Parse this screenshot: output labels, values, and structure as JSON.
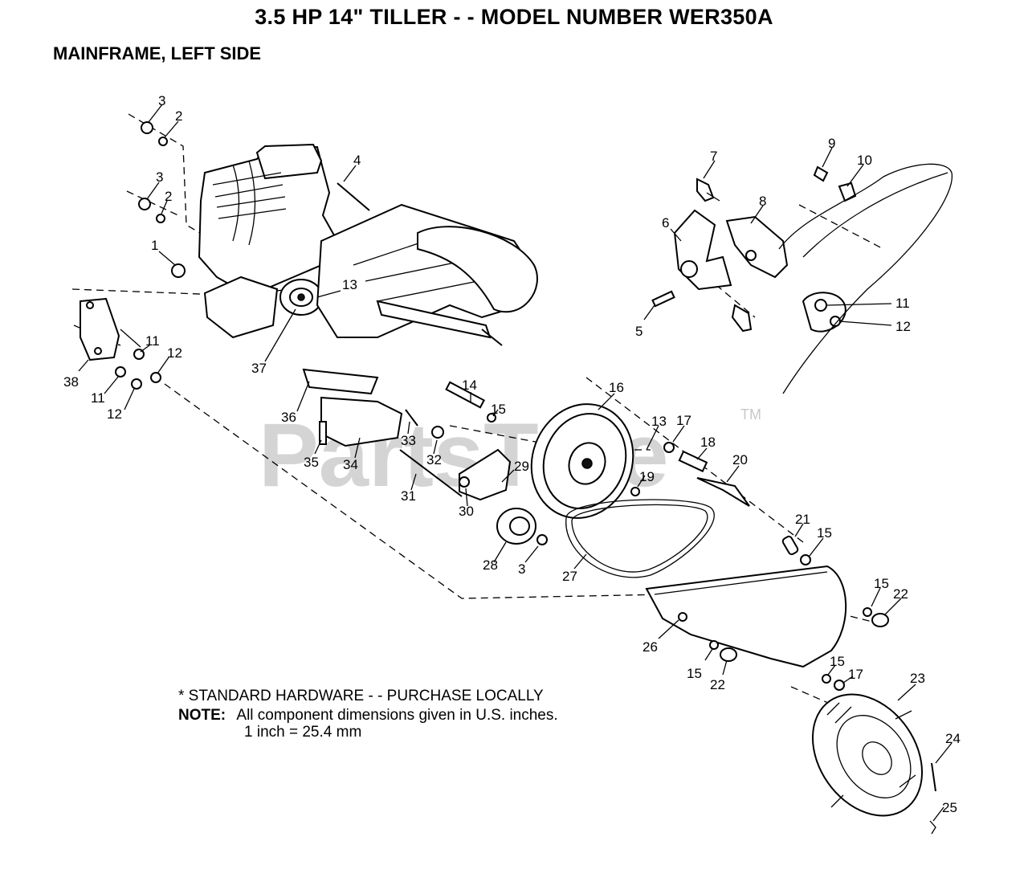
{
  "header": {
    "title": "3.5 HP 14\" TILLER - - MODEL NUMBER WER350A",
    "subtitle": "MAINFRAME, LEFT SIDE"
  },
  "watermark": {
    "text": "PartsTree",
    "trademark": "TM"
  },
  "notes": {
    "standard_hardware": "* STANDARD HARDWARE - - PURCHASE LOCALLY",
    "note_label": "NOTE:",
    "note_line1": "All component dimensions given in U.S. inches.",
    "note_line2": "1 inch = 25.4 mm"
  },
  "callouts": {
    "c3a": "3",
    "c2a": "2",
    "c3b": "3",
    "c2b": "2",
    "c1": "1",
    "c4": "4",
    "c13a": "13",
    "c38": "38",
    "c11a": "11",
    "c12a": "12",
    "c11b": "11",
    "c12b": "12",
    "c37": "37",
    "c36": "36",
    "c35": "35",
    "c34": "34",
    "c33": "33",
    "c32": "32",
    "c31": "31",
    "c30": "30",
    "c29": "29",
    "c28": "28",
    "c3c": "3",
    "c27": "27",
    "c14": "14",
    "c15a": "15",
    "c16": "16",
    "c13b": "13",
    "c17a": "17",
    "c18": "18",
    "c19": "19",
    "c20": "20",
    "c21": "21",
    "c15b": "15",
    "c15c": "15",
    "c22a": "22",
    "c26": "26",
    "c15d": "15",
    "c22b": "22",
    "c15e": "15",
    "c17b": "17",
    "c23": "23",
    "c24": "24",
    "c25": "25",
    "c7": "7",
    "c9": "9",
    "c10": "10",
    "c8": "8",
    "c6": "6",
    "c5": "5",
    "c11c": "11",
    "c12c": "12"
  }
}
